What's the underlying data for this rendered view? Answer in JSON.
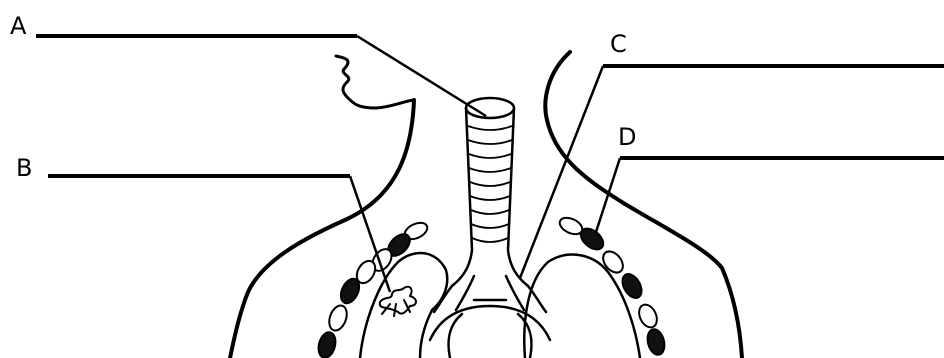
{
  "diagram": {
    "labels": [
      {
        "id": "a",
        "text": "A"
      },
      {
        "id": "b",
        "text": "B"
      },
      {
        "id": "c",
        "text": "C"
      },
      {
        "id": "d",
        "text": "D"
      }
    ]
  }
}
